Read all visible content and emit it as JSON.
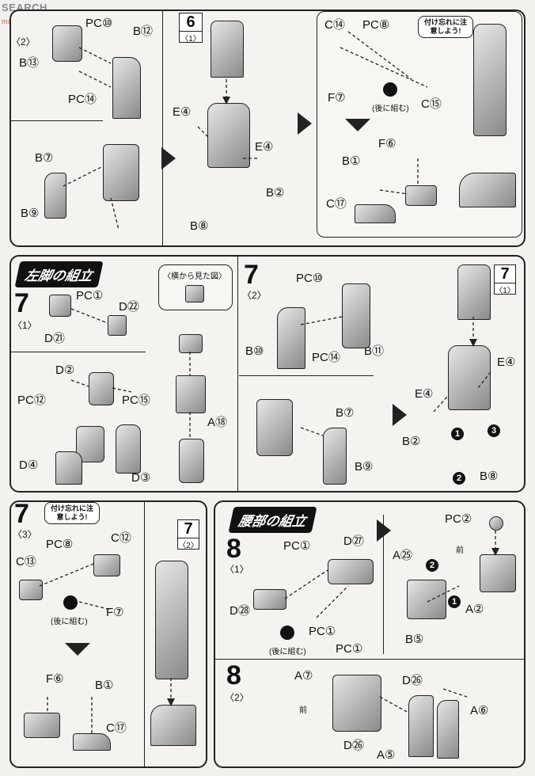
{
  "watermark": {
    "main": "SEARCH",
    "sub": "moz.toys.com"
  },
  "section1": {
    "sub_left": "〈2〉",
    "labels_top_left": [
      "PC⑩",
      "B⑫",
      "B⑬",
      "PC⑭"
    ],
    "labels_bottom_left": [
      "B⑦",
      "B⑨"
    ],
    "step6": {
      "num": "6",
      "sub": "〈1〉"
    },
    "labels_mid": [
      "E④",
      "E④",
      "B②",
      "B⑧"
    ],
    "warn_text": "付け忘れに注意しよう!",
    "labels_right": [
      "C⑭",
      "PC⑧",
      "C⑮",
      "F⑦",
      "F⑥",
      "B①",
      "C⑰"
    ],
    "note_after": "(後に組む)"
  },
  "section2": {
    "title": "左脚の組立",
    "step7_1": {
      "num": "7",
      "sub": "〈1〉"
    },
    "labels_left_top": [
      "PC①",
      "D㉒",
      "D㉑"
    ],
    "labels_left_mid": [
      "D②",
      "PC⑫",
      "PC⑮"
    ],
    "labels_left_bot": [
      "D④",
      "D③"
    ],
    "side_view": "〈横から見た図〉",
    "label_a18": "A⑱",
    "step7_2": {
      "num": "7",
      "sub": "〈2〉"
    },
    "labels_mid": [
      "PC⑩",
      "B⑩",
      "PC⑭",
      "B⑪",
      "B⑦",
      "B⑨"
    ],
    "step7_1b": {
      "num": "7",
      "sub": "〈1〉"
    },
    "labels_right": [
      "E④",
      "E④",
      "B②",
      "B⑧"
    ]
  },
  "section3": {
    "step7_3": {
      "num": "7",
      "sub": "〈3〉"
    },
    "warn_text": "付け忘れに注意しよう!",
    "labels": [
      "PC⑧",
      "C⑫",
      "C⑬",
      "F⑦",
      "F⑥",
      "B①",
      "C⑰"
    ],
    "note_after": "(後に組む)",
    "step7_2b": {
      "num": "7",
      "sub": "〈2〉"
    }
  },
  "section4": {
    "title": "腰部の組立",
    "step8_1": {
      "num": "8",
      "sub": "〈1〉"
    },
    "labels": [
      "PC①",
      "D㉗",
      "D㉘",
      "PC①",
      "PC①"
    ],
    "note_after": "(後に組む)",
    "labels_right": [
      "PC②",
      "A㉕",
      "A②",
      "B⑤"
    ],
    "front": "前",
    "step8_2": {
      "num": "8",
      "sub": "〈2〉"
    },
    "labels_bottom": [
      "A⑦",
      "D㉖",
      "A⑥",
      "D㉖",
      "A⑤"
    ]
  },
  "assembly_numbers": [
    "1",
    "2",
    "3"
  ]
}
